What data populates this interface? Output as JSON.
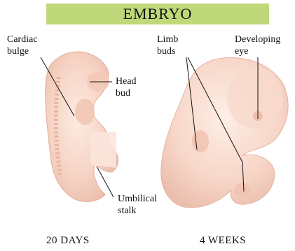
{
  "title": "EMBRYO",
  "labels": {
    "cardiac_bulge_1": "Cardiac",
    "cardiac_bulge_2": "bulge",
    "head_bud_1": "Head",
    "head_bud_2": "bud",
    "umbilical_stalk_1": "Umbilical",
    "umbilical_stalk_2": "stalk",
    "limb_buds_1": "Limb",
    "limb_buds_2": "buds",
    "developing_eye_1": "Developing",
    "developing_eye_2": "eye"
  },
  "captions": {
    "left": "20 DAYS",
    "right": "4 WEEKS"
  },
  "colors": {
    "title_bar": "#bfd97a",
    "embryo_fill": "#f6d2c2",
    "embryo_shade": "#e8b8a6",
    "leader_line": "#111111"
  }
}
